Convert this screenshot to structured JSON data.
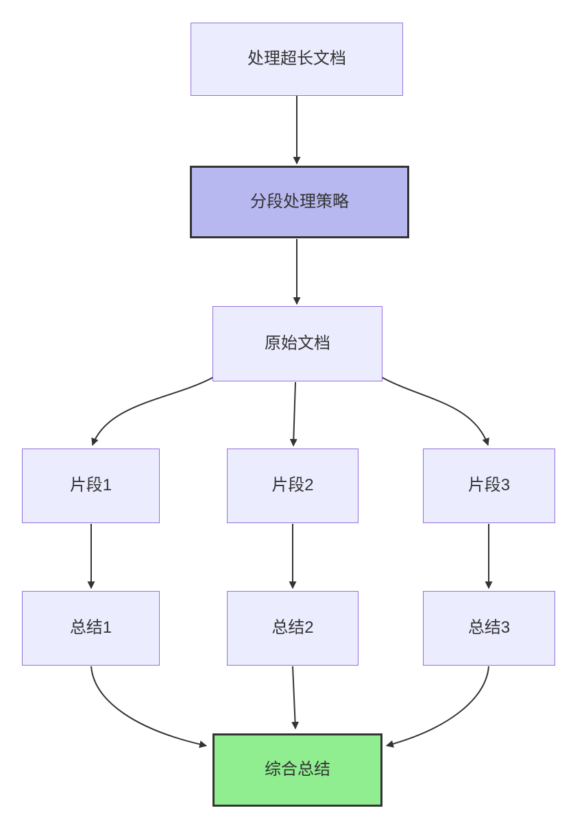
{
  "diagram": {
    "type": "flowchart",
    "direction": "top-down",
    "background": "#ffffff",
    "colors": {
      "default_node_fill": "#ececff",
      "default_node_border": "#9370db",
      "strategy_node_fill": "#b8b8f0",
      "strategy_node_border": "#333333",
      "result_node_fill": "#90ee90",
      "result_node_border": "#333333",
      "edge_color": "#333333",
      "text_color": "#333333"
    },
    "nodes": [
      {
        "id": "A",
        "label": "处理超长文档",
        "style": "default"
      },
      {
        "id": "B",
        "label": "分段处理策略",
        "style": "strategy"
      },
      {
        "id": "C",
        "label": "原始文档",
        "style": "default"
      },
      {
        "id": "D1",
        "label": "片段1",
        "style": "default"
      },
      {
        "id": "D2",
        "label": "片段2",
        "style": "default"
      },
      {
        "id": "D3",
        "label": "片段3",
        "style": "default"
      },
      {
        "id": "E1",
        "label": "总结1",
        "style": "default"
      },
      {
        "id": "E2",
        "label": "总结2",
        "style": "default"
      },
      {
        "id": "E3",
        "label": "总结3",
        "style": "default"
      },
      {
        "id": "F",
        "label": "综合总结",
        "style": "result"
      }
    ],
    "edges": [
      {
        "from": "处理超长文档",
        "to": "分段处理策略"
      },
      {
        "from": "分段处理策略",
        "to": "原始文档"
      },
      {
        "from": "原始文档",
        "to": "片段1"
      },
      {
        "from": "原始文档",
        "to": "片段2"
      },
      {
        "from": "原始文档",
        "to": "片段3"
      },
      {
        "from": "片段1",
        "to": "总结1"
      },
      {
        "from": "片段2",
        "to": "总结2"
      },
      {
        "from": "片段3",
        "to": "总结3"
      },
      {
        "from": "总结1",
        "to": "综合总结"
      },
      {
        "from": "总结2",
        "to": "综合总结"
      },
      {
        "from": "总结3",
        "to": "综合总结"
      }
    ]
  }
}
